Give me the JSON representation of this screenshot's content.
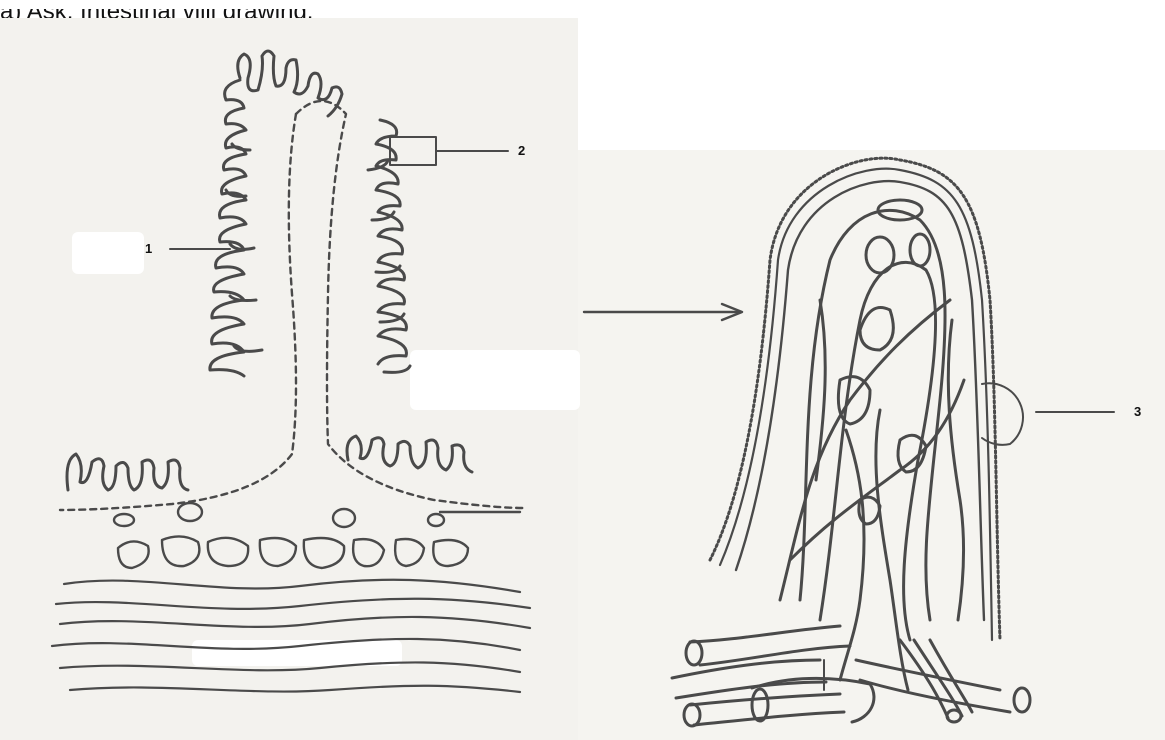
{
  "header": {
    "text": "a) Ask. Intestinal villi drawing."
  },
  "labels": {
    "label_1": "1",
    "label_2": "2",
    "label_3": "3"
  },
  "colors": {
    "line": "#4a4a4a",
    "background_scan": "#f3f2ee",
    "page": "#ffffff"
  }
}
